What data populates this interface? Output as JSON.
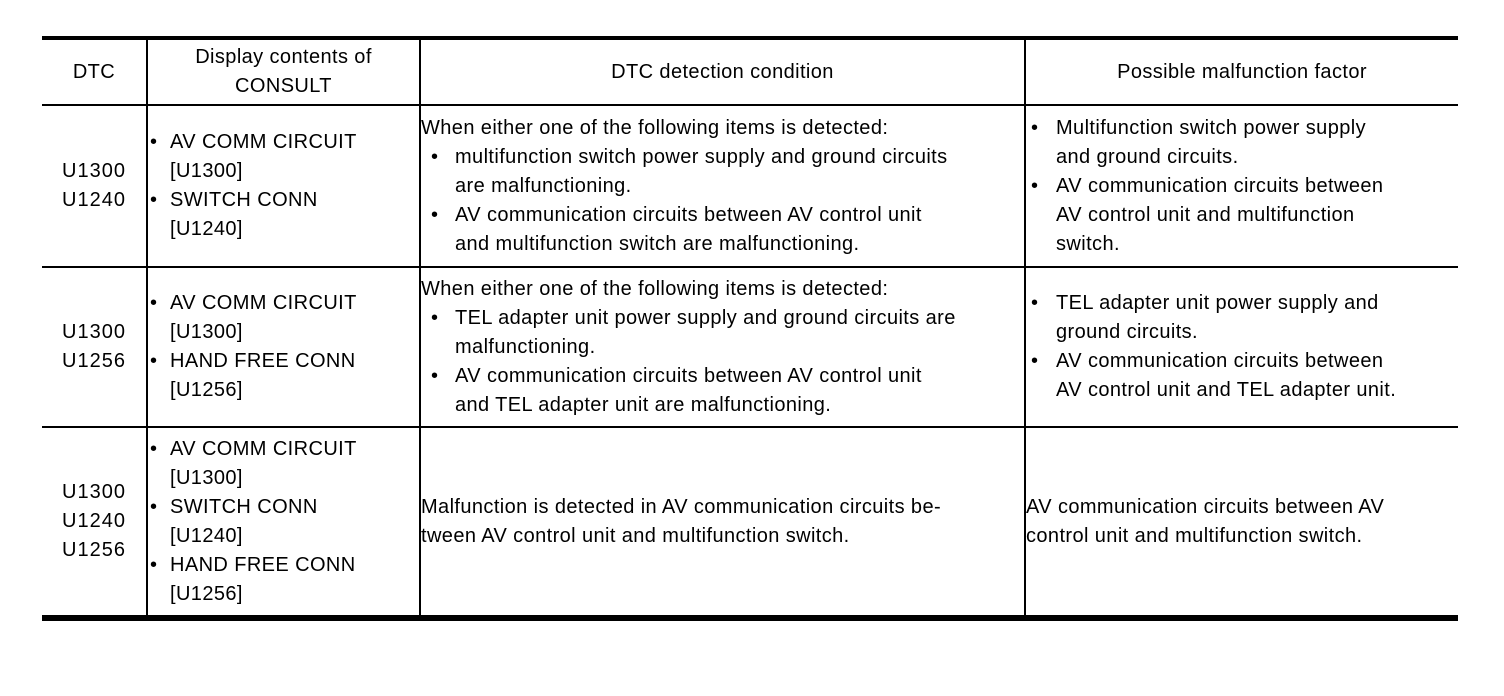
{
  "document": {
    "background_color": "#ffffff",
    "border_color": "#000000",
    "text_color": "#000000",
    "bullet": "•",
    "table": {
      "headers": [
        {
          "label": [
            "DTC"
          ]
        },
        {
          "label": [
            "Display contents of",
            "CONSULT"
          ]
        },
        {
          "label": [
            "DTC detection condition"
          ]
        },
        {
          "label": [
            "Possible malfunction factor"
          ]
        }
      ],
      "rows": [
        {
          "dtc": [
            "U1300",
            "U1240"
          ],
          "consult_items": [
            [
              "AV COMM CIRCUIT",
              "[U1300]"
            ],
            [
              "SWITCH CONN",
              "[U1240]"
            ]
          ],
          "condition": {
            "intro": "When either one of the following items is detected:",
            "bullets": [
              [
                "multifunction switch power supply and ground circuits",
                "are malfunctioning."
              ],
              [
                "AV communication circuits between AV control unit",
                "and multifunction switch are malfunctioning."
              ]
            ]
          },
          "factor": {
            "bullets": [
              [
                "Multifunction switch power supply",
                "and ground circuits."
              ],
              [
                "AV communication circuits between",
                "AV control unit and multifunction",
                "switch."
              ]
            ]
          }
        },
        {
          "dtc": [
            "U1300",
            "U1256"
          ],
          "consult_items": [
            [
              "AV COMM CIRCUIT",
              "[U1300]"
            ],
            [
              "HAND FREE CONN",
              "[U1256]"
            ]
          ],
          "condition": {
            "intro": "When either one of the following items is detected:",
            "bullets": [
              [
                "TEL adapter unit power supply and ground circuits are",
                "malfunctioning."
              ],
              [
                "AV communication circuits between AV control unit",
                "and TEL adapter unit are malfunctioning."
              ]
            ]
          },
          "factor": {
            "bullets": [
              [
                "TEL adapter unit power supply and",
                "ground circuits."
              ],
              [
                "AV communication circuits between",
                "AV control unit and TEL adapter unit."
              ]
            ]
          }
        },
        {
          "dtc": [
            "U1300",
            "U1240",
            "U1256"
          ],
          "consult_items": [
            [
              "AV COMM CIRCUIT",
              "[U1300]"
            ],
            [
              "SWITCH CONN",
              "[U1240]"
            ],
            [
              "HAND FREE CONN",
              "[U1256]"
            ]
          ],
          "condition": {
            "text": [
              "Malfunction is detected in AV communication circuits be-",
              "tween AV control unit and multifunction switch."
            ]
          },
          "factor": {
            "text": [
              "AV communication circuits between AV",
              "control unit and multifunction switch."
            ]
          }
        }
      ]
    }
  }
}
